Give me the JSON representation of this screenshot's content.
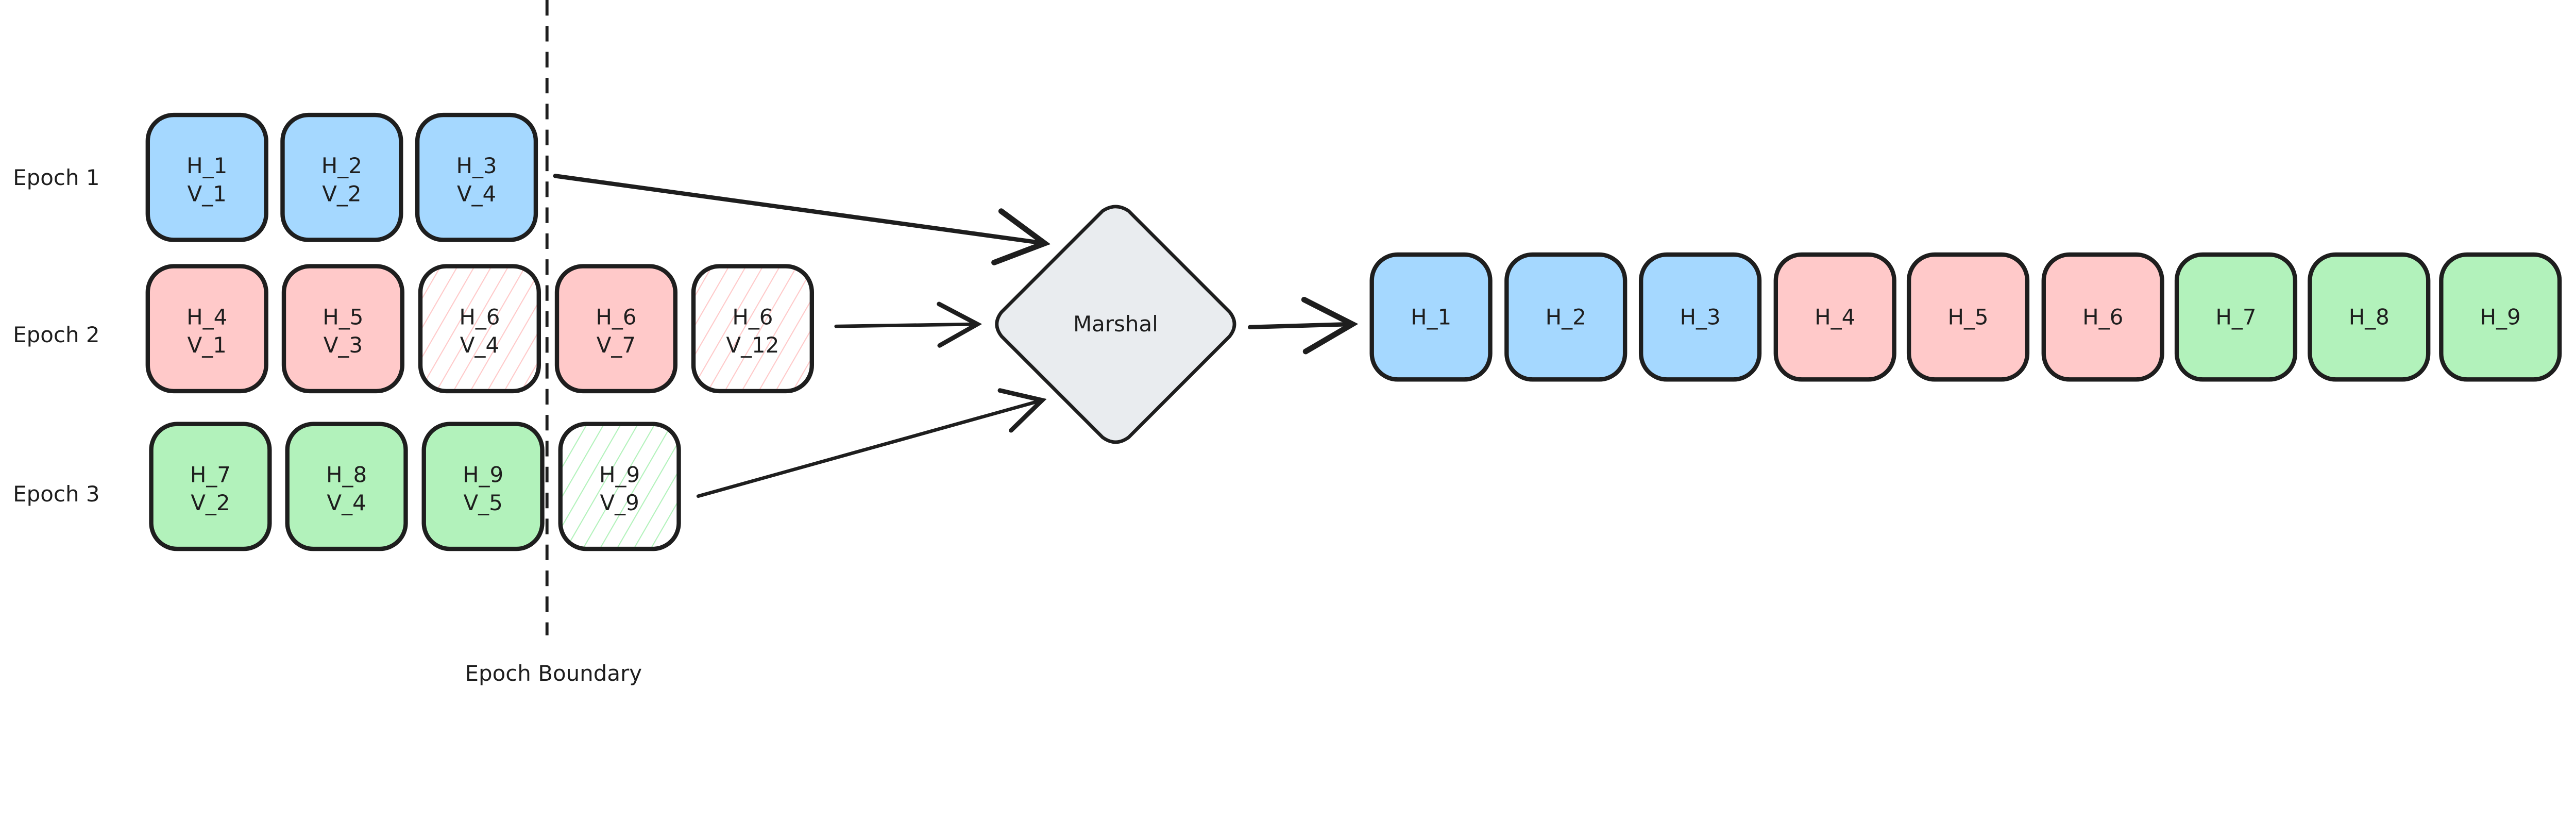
{
  "colors": {
    "epoch1": "#a5d8ff",
    "epoch2": "#ffc9c9",
    "epoch3": "#b2f2bb",
    "marshal": "#e9ecef",
    "stroke": "#1e1e1e"
  },
  "epochs": [
    {
      "label": "Epoch 1",
      "color": "epoch1",
      "blocks": [
        {
          "h": "H_1",
          "v": "V_1",
          "style": "solid"
        },
        {
          "h": "H_2",
          "v": "V_2",
          "style": "solid"
        },
        {
          "h": "H_3",
          "v": "V_4",
          "style": "solid"
        }
      ]
    },
    {
      "label": "Epoch 2",
      "color": "epoch2",
      "blocks": [
        {
          "h": "H_4",
          "v": "V_1",
          "style": "solid"
        },
        {
          "h": "H_5",
          "v": "V_3",
          "style": "solid"
        },
        {
          "h": "H_6",
          "v": "V_4",
          "style": "hatched"
        },
        {
          "h": "H_6",
          "v": "V_7",
          "style": "solid"
        },
        {
          "h": "H_6",
          "v": "V_12",
          "style": "hatched"
        }
      ]
    },
    {
      "label": "Epoch 3",
      "color": "epoch3",
      "blocks": [
        {
          "h": "H_7",
          "v": "V_2",
          "style": "solid"
        },
        {
          "h": "H_8",
          "v": "V_4",
          "style": "solid"
        },
        {
          "h": "H_9",
          "v": "V_5",
          "style": "solid"
        },
        {
          "h": "H_9",
          "v": "V_9",
          "style": "hatched"
        }
      ]
    }
  ],
  "boundary_label": "Epoch Boundary",
  "marshal_label": "Marshal",
  "output": [
    {
      "h": "H_1",
      "color": "epoch1"
    },
    {
      "h": "H_2",
      "color": "epoch1"
    },
    {
      "h": "H_3",
      "color": "epoch1"
    },
    {
      "h": "H_4",
      "color": "epoch2"
    },
    {
      "h": "H_5",
      "color": "epoch2"
    },
    {
      "h": "H_6",
      "color": "epoch2"
    },
    {
      "h": "H_7",
      "color": "epoch3"
    },
    {
      "h": "H_8",
      "color": "epoch3"
    },
    {
      "h": "H_9",
      "color": "epoch3"
    }
  ]
}
